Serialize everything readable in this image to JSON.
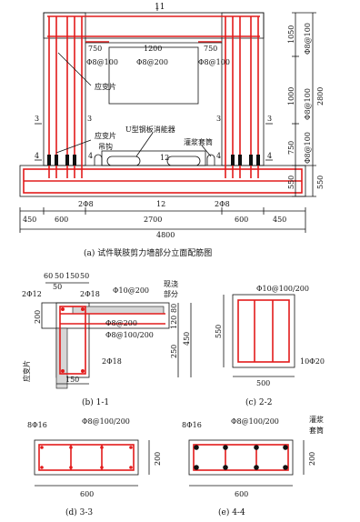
{
  "elevation": {
    "caption": "(a) 试件联肢剪力墙部分立面配筋图",
    "dims": {
      "top_11": "11",
      "d750_left": "750",
      "d1200": "1200",
      "d750_right": "750",
      "bar_left": "Φ8@100",
      "bar_mid": "Φ8@200",
      "bar_right": "Φ8@100",
      "r1050": "1050",
      "r_bar1": "Φ8@100",
      "r1000": "1000",
      "r2800": "2800",
      "r_bar2": "Φ8@100",
      "r750": "750",
      "r_bar3": "Φ8@100",
      "r550": "550",
      "r550b": "550",
      "b450l": "450",
      "b600l": "600",
      "b2700": "2700",
      "b600r": "600",
      "b450r": "450",
      "b4800": "4800",
      "n2phi8_left": "2Φ8",
      "n2phi8_right": "2Φ8",
      "n12": "12",
      "n12_mid": "12",
      "sec3_left": "3",
      "sec3_right": "3",
      "sec4_left": "4",
      "sec4_mid": "4",
      "sec4_mid2": "4",
      "sec4_right": "4"
    },
    "labels": {
      "strain_gauge_1": "应变片",
      "strain_gauge_2": "应变片",
      "u_damper": "U型钢板消能器",
      "grout_sleeve": "灌浆套筒",
      "lifting_hook": "吊钩"
    }
  },
  "section11": {
    "caption": "(b) 1-1",
    "labels": {
      "d60": "60",
      "d50a": "50",
      "d150": "150",
      "d50b": "50",
      "d50c": "50",
      "bar_2phi12": "2Φ12",
      "bar_2phi18_top": "2Φ18",
      "bar_phi10": "Φ10@200",
      "cast_in_place": "现浇部分",
      "bar_phi8_200": "Φ8@200",
      "bar_phi8_100_200": "Φ8@100/200",
      "d200": "200",
      "d80": "80",
      "d120": "120",
      "d250": "250",
      "d450": "450",
      "bar_2phi18_bottom": "2Φ18",
      "d150b": "150",
      "strain_gauge": "应变片"
    }
  },
  "section22": {
    "caption": "(c) 2-2",
    "labels": {
      "bar_top": "Φ10@100/200",
      "d550": "550",
      "bar_side": "10Φ20",
      "d500": "500"
    }
  },
  "section33": {
    "caption": "(d) 3-3",
    "labels": {
      "bar_long": "8Φ16",
      "bar_stirrup": "Φ8@100/200",
      "d200": "200",
      "d600": "600"
    }
  },
  "section44": {
    "caption": "(e) 4-4",
    "labels": {
      "bar_long": "8Φ16",
      "bar_stirrup": "Φ8@100/200",
      "grout_sleeve": "灌浆套筒",
      "d200": "200",
      "d600": "600"
    }
  }
}
